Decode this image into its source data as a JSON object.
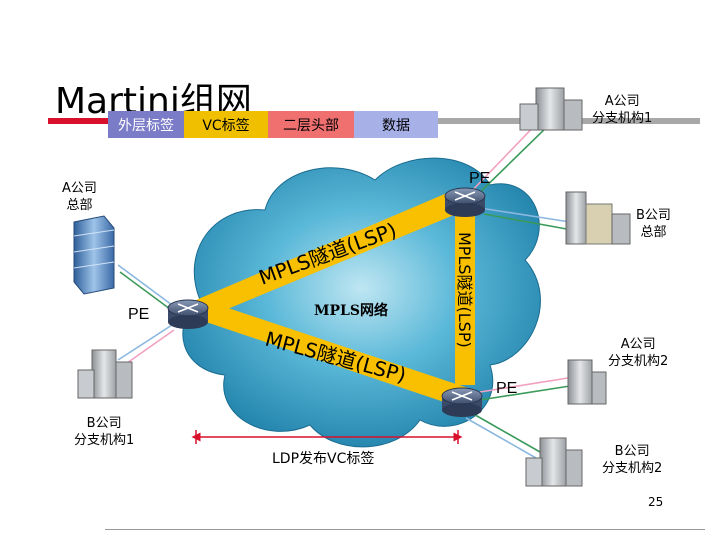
{
  "title": "Martini组网",
  "header_segments": {
    "outer_label": "外层标签",
    "vc_label": "VC标签",
    "l2_header": "二层头部",
    "data": "数据"
  },
  "sites": {
    "a_hq": [
      "A公司",
      "总部"
    ],
    "a_branch1": [
      "A公司",
      "分支机构1"
    ],
    "b_hq": [
      "B公司",
      "总部"
    ],
    "a_branch2": [
      "A公司",
      "分支机构2"
    ],
    "b_branch1": [
      "B公司",
      "分支机构1"
    ],
    "b_branch2": [
      "B公司",
      "分支机构2"
    ]
  },
  "pe_labels": {
    "top": "PE",
    "left": "PE",
    "bottom": "PE"
  },
  "network_label": "MPLS网络",
  "tunnels": {
    "upper": "MPLS隧道(LSP)",
    "lower": "MPLS隧道(LSP)",
    "right": "MPLS隧道(LSP)"
  },
  "ldp_label": "LDP发布VC标签",
  "page_number": "25",
  "colors": {
    "title_red": "#d8102c",
    "outer_label_bg": "#7b7cc8",
    "vc_label_bg": "#f0c000",
    "l2_header_bg": "#f07070",
    "data_bg": "#a8b0e8",
    "tunnel_yellow": "#f8c000",
    "cloud_blue": "#3aa2c8",
    "arrow_red": "#d8102c"
  }
}
